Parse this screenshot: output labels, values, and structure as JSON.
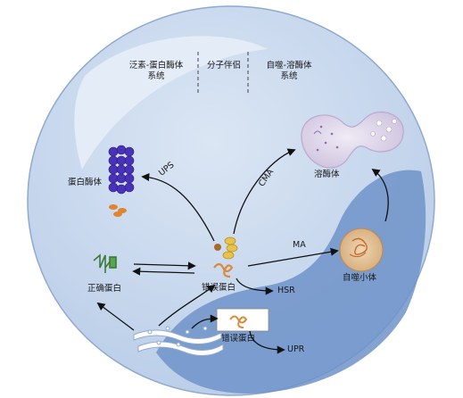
{
  "diagram": {
    "headers": {
      "ups": [
        "泛素-蛋白酶体",
        "系统"
      ],
      "chaperone": "分子伴侣",
      "alp": [
        "自噬-溶酶体",
        "系统"
      ]
    },
    "nodes": {
      "proteasome": "蛋白酶体",
      "lysosome": "溶酶体",
      "correct_protein": "正确蛋白",
      "misfolded_protein": "错误蛋白",
      "autophagosome": "自噬小体",
      "misfolded_protein_er": "错误蛋白"
    },
    "pathways": {
      "ups": "UPS",
      "cma": "CMA",
      "ma": "MA",
      "hsr": "HSR",
      "upr": "UPR"
    },
    "colors": {
      "cell_fill": "#c9d8ee",
      "cell_border": "#8fa9cf",
      "nucleus_fill": "#6f93c9",
      "proteasome": "#4a32b8",
      "misfolded": "#d98a3a",
      "lysosome": "#e4dcee",
      "autophagosome": "#e6c39a"
    }
  }
}
